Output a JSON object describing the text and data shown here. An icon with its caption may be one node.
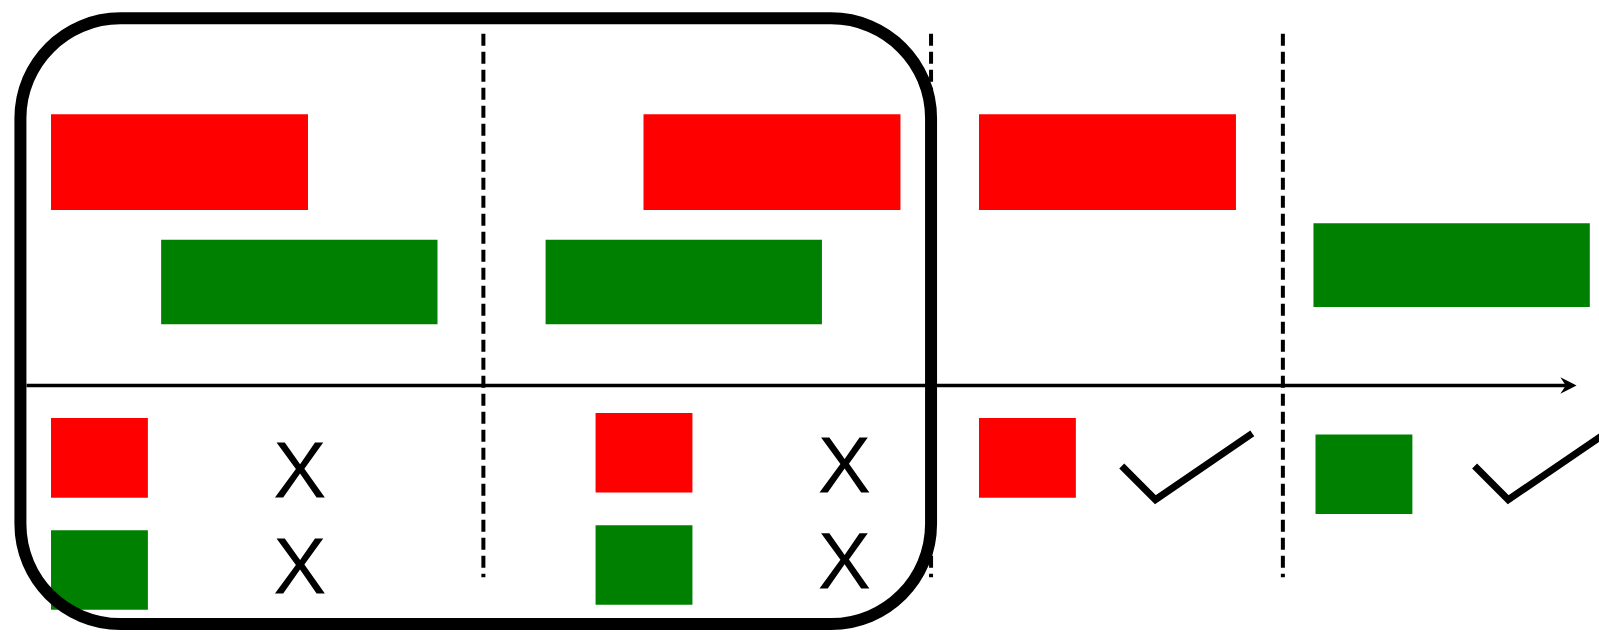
{
  "diagram": {
    "labels": [
      "X",
      "X",
      "X",
      "X"
    ]
  }
}
